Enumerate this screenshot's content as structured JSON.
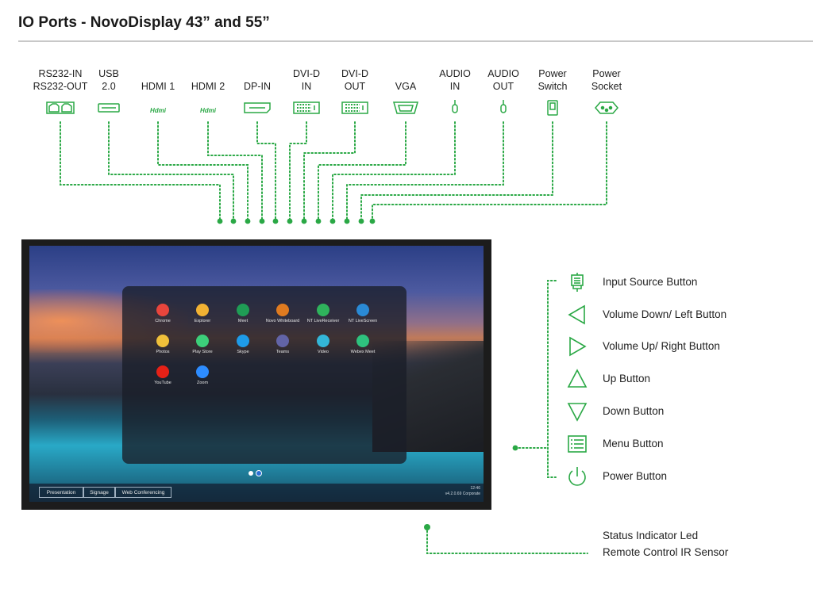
{
  "title": "IO Ports - NovoDisplay 43” and 55”",
  "colors": {
    "accent": "#2aa845",
    "rule": "#c8c8c8",
    "bezel": "#1c1c1c"
  },
  "ports": [
    {
      "line1": "RS232-IN",
      "line2": "RS232-OUT",
      "icon": "rs232-port-icon"
    },
    {
      "line1": "USB",
      "line2": "2.0",
      "icon": "usb-port-icon"
    },
    {
      "line1": "",
      "line2": "HDMI 1",
      "icon": "hdmi-port-icon"
    },
    {
      "line1": "",
      "line2": "HDMI 2",
      "icon": "hdmi-port-icon"
    },
    {
      "line1": "",
      "line2": "DP-IN",
      "icon": "displayport-icon"
    },
    {
      "line1": "DVI-D",
      "line2": "IN",
      "icon": "dvi-port-icon"
    },
    {
      "line1": "DVI-D",
      "line2": "OUT",
      "icon": "dvi-port-icon"
    },
    {
      "line1": "",
      "line2": "VGA",
      "icon": "vga-port-icon"
    },
    {
      "line1": "AUDIO",
      "line2": "IN",
      "icon": "audio-jack-icon"
    },
    {
      "line1": "AUDIO",
      "line2": "OUT",
      "icon": "audio-jack-icon"
    },
    {
      "line1": "Power",
      "line2": "Switch",
      "icon": "power-switch-icon"
    },
    {
      "line1": "Power",
      "line2": "Socket",
      "icon": "power-socket-icon"
    }
  ],
  "apps": [
    {
      "name": "Chrome",
      "color": "#e8453c"
    },
    {
      "name": "Explorer",
      "color": "#f2b233"
    },
    {
      "name": "Meet",
      "color": "#1f9d55"
    },
    {
      "name": "Novo Whiteboard",
      "color": "#e07b20"
    },
    {
      "name": "NT LiveReceiver",
      "color": "#2fb35c"
    },
    {
      "name": "NT LiveScreen",
      "color": "#2a8ad6"
    },
    {
      "name": "Photos",
      "color": "#f0c03a"
    },
    {
      "name": "Play Store",
      "color": "#3ccf7a"
    },
    {
      "name": "Skype",
      "color": "#1e9be8"
    },
    {
      "name": "Teams",
      "color": "#6264a7"
    },
    {
      "name": "Video",
      "color": "#33b6d8"
    },
    {
      "name": "Webex Meet",
      "color": "#2ec27e"
    },
    {
      "name": "YouTube",
      "color": "#e62117"
    },
    {
      "name": "Zoom",
      "color": "#2d8cff"
    }
  ],
  "taskbar": {
    "buttons": [
      "Presentation",
      "Signage",
      "Web Conferencing"
    ],
    "time": "12:46",
    "version": "v4.2.0.69 Corporate"
  },
  "buttons": [
    {
      "label": "Input Source Button",
      "icon": "input-source-icon"
    },
    {
      "label": "Volume Down/ Left Button",
      "icon": "triangle-left-icon"
    },
    {
      "label": "Volume Up/ Right Button",
      "icon": "triangle-right-icon"
    },
    {
      "label": "Up Button",
      "icon": "triangle-up-icon"
    },
    {
      "label": "Down Button",
      "icon": "triangle-down-icon"
    },
    {
      "label": "Menu Button",
      "icon": "menu-icon"
    },
    {
      "label": "Power Button",
      "icon": "power-icon"
    }
  ],
  "status": {
    "line1": "Status Indicator Led",
    "line2": "Remote Control IR Sensor"
  }
}
